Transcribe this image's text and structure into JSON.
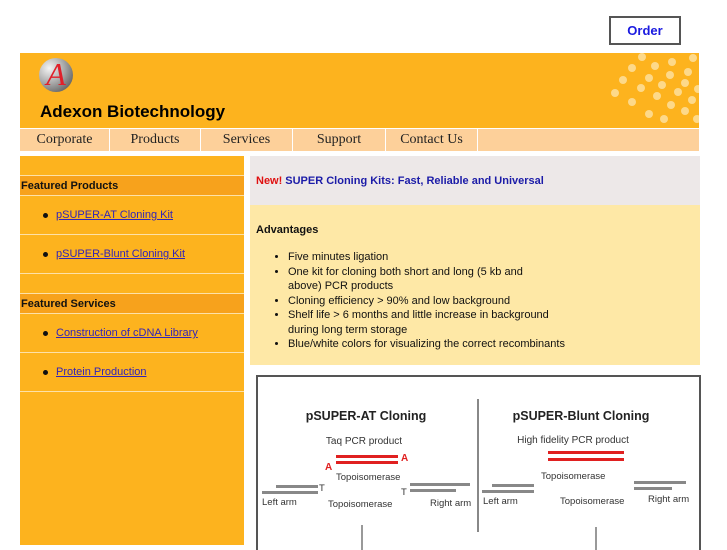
{
  "top": {
    "order_label": "Order"
  },
  "header": {
    "logo_letter": "A",
    "brand": "Adexon Biotechnology",
    "colors": {
      "header_bg": "#fdb31e",
      "nav_bg": "#fdd09a",
      "dots": "#fdd98a"
    }
  },
  "nav": {
    "items": [
      {
        "label": "Corporate"
      },
      {
        "label": "Products"
      },
      {
        "label": "Services"
      },
      {
        "label": "Support"
      },
      {
        "label": "Contact Us"
      }
    ]
  },
  "sidebar": {
    "featured_products": {
      "heading": "Featured Products",
      "links": [
        {
          "label": "pSUPER-AT Cloning Kit"
        },
        {
          "label": "pSUPER-Blunt Cloning Kit"
        }
      ]
    },
    "featured_services": {
      "heading": "Featured Services",
      "links": [
        {
          "label": "Construction of cDNA Library"
        },
        {
          "label": "Protein Production"
        }
      ]
    }
  },
  "main": {
    "banner": {
      "new_label": "New!",
      "title": "SUPER Cloning Kits: Fast, Reliable and Universal"
    },
    "advantages": {
      "heading": "Advantages",
      "items": [
        "Five minutes ligation",
        "One kit for cloning both short and long (5 kb and above) PCR products",
        "Cloning efficiency > 90% and low background",
        "Shelf life > 6 months and little increase in background during long term storage",
        "Blue/white colors for visualizing the correct recombinants"
      ]
    },
    "diagram": {
      "left": {
        "title": "pSUPER-AT Cloning",
        "product": "Taq PCR product",
        "overhang": "A",
        "t_label": "T",
        "topo_top": "Topoisomerase",
        "topo_bottom": "Topoisomerase",
        "left_arm": "Left arm",
        "right_arm": "Right arm"
      },
      "right": {
        "title": "pSUPER-Blunt Cloning",
        "product": "High fidelity PCR product",
        "topo_top": "Topoisomerase",
        "topo_bottom": "Topoisomerase",
        "left_arm": "Left arm",
        "right_arm": "Right arm"
      }
    }
  }
}
